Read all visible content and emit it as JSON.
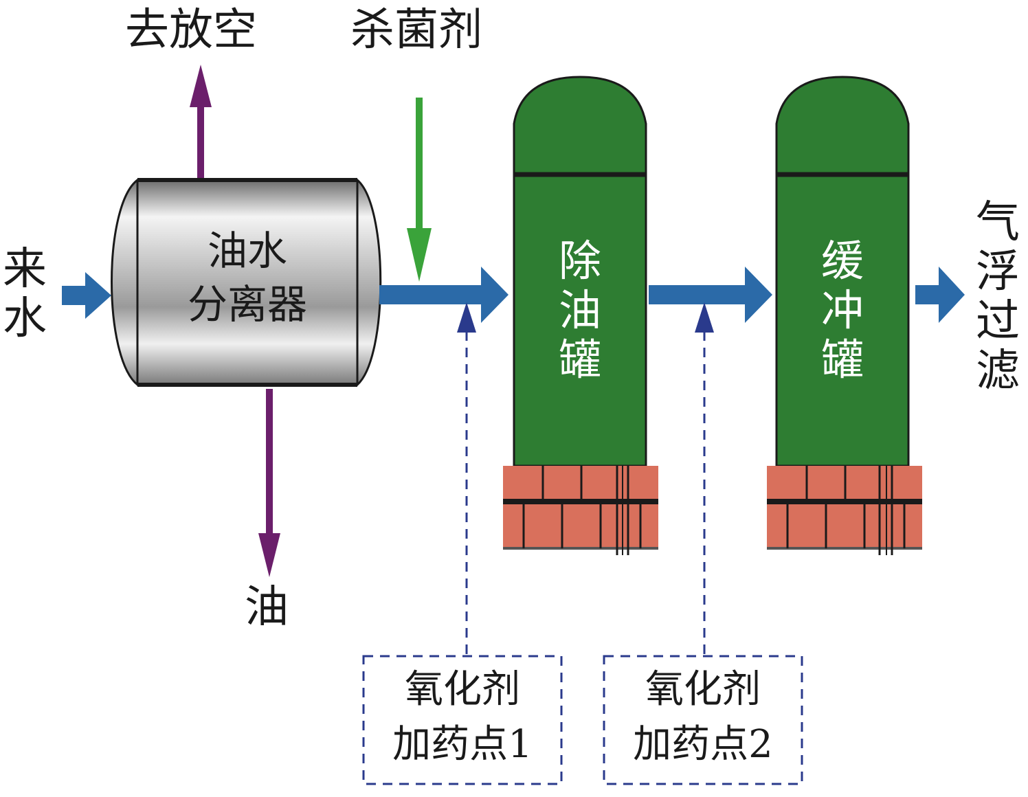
{
  "labels": {
    "inlet": "来水",
    "vent": "去放空",
    "biocide": "杀菌剂",
    "oil_out": "油",
    "outlet": "气浮过滤"
  },
  "equipment": {
    "separator_line1": "油水",
    "separator_line2": "分离器",
    "deoil_tank": "除油罐",
    "buffer_tank": "缓冲罐"
  },
  "dosing_points": [
    {
      "line1": "氧化剂",
      "line2": "加药点1"
    },
    {
      "line1": "氧化剂",
      "line2": "加药点2"
    }
  ],
  "colors": {
    "flow_arrow": "#2b6aa8",
    "vent_oil_arrow": "#6b1f6b",
    "biocide_arrow": "#3aa33a",
    "tank_green": "#2e7d32",
    "brick": "#d9705c",
    "dash_blue": "#2a3a8c"
  }
}
